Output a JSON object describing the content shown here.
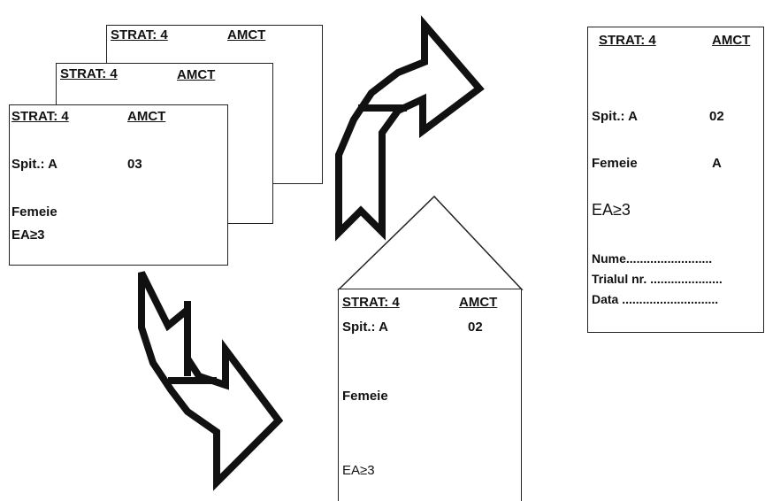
{
  "stack": {
    "back": {
      "strat": "STRAT: 4",
      "amct": "AMCT"
    },
    "middle": {
      "strat": "STRAT: 4",
      "amct": "AMCT"
    },
    "front": {
      "strat": "STRAT: 4",
      "amct": "AMCT",
      "spit": "Spit.: A",
      "num": "03",
      "femeie": "Femeie",
      "ea": "EA≥3"
    }
  },
  "envelope": {
    "strat": "STRAT: 4",
    "amct": "AMCT",
    "spit": "Spit.: A",
    "num": "02",
    "femeie": "Femeie",
    "ea": "EA≥3"
  },
  "final_card": {
    "strat": "STRAT: 4",
    "amct": "AMCT",
    "spit": "Spit.: A",
    "num": "02",
    "femeie": "Femeie",
    "group": "A",
    "ea": "EA≥3",
    "nume": "Nume.........................",
    "trial": "Trialul nr. .....................",
    "data": "Data ............................"
  },
  "arrows": [
    "arrow-up-right",
    "arrow-down-right"
  ]
}
